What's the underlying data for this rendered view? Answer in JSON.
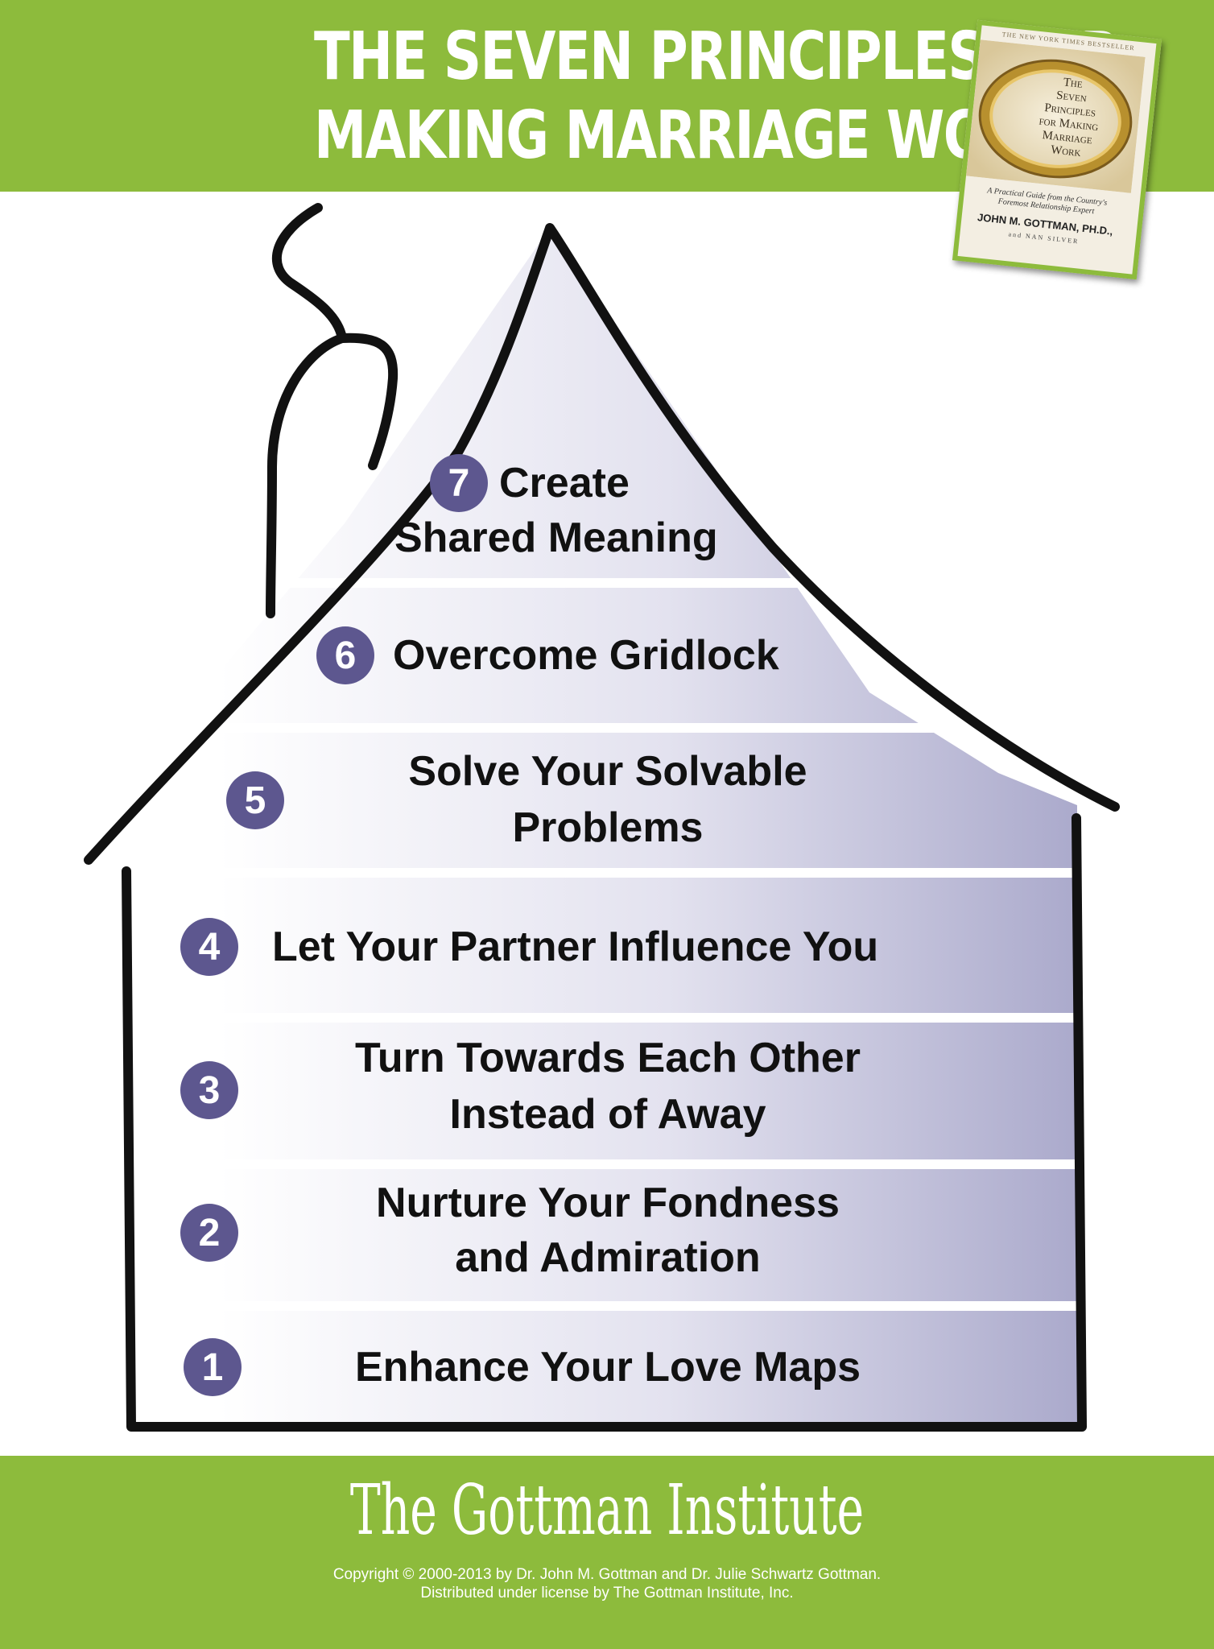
{
  "header": {
    "title_line1": "THE SEVEN PRINCIPLES FOR",
    "title_line2": "MAKING MARRIAGE WORK"
  },
  "book": {
    "bestseller": "THE NEW YORK TIMES BESTSELLER",
    "title": "The\nSeven\nPrinciples\nfor Making\nMarriage\nWork",
    "subtitle": "A Practical Guide from the Country's Foremost Relationship Expert",
    "author": "JOHN M. GOTTMAN, PH.D.,",
    "coauthor": "and NAN SILVER"
  },
  "principles": [
    {
      "number": "1",
      "line1": "Enhance Your Love Maps",
      "line2": ""
    },
    {
      "number": "2",
      "line1": "Nurture Your Fondness",
      "line2": "and Admiration"
    },
    {
      "number": "3",
      "line1": "Turn Towards Each Other",
      "line2": "Instead of Away"
    },
    {
      "number": "4",
      "line1": "Let Your Partner Influence You",
      "line2": ""
    },
    {
      "number": "5",
      "line1": "Solve Your Solvable",
      "line2": "Problems"
    },
    {
      "number": "6",
      "line1": "Overcome Gridlock",
      "line2": ""
    },
    {
      "number": "7",
      "line1": "Create",
      "line2": "Shared Meaning"
    }
  ],
  "footer": {
    "brand": "The Gottman Institute",
    "copyright_line1": "Copyright © 2000-2013 by Dr. John M. Gottman and Dr. Julie Schwartz Gottman.",
    "copyright_line2": "Distributed under license by The Gottman Institute, Inc."
  },
  "colors": {
    "green": "#8dbb3c",
    "badge": "#5d578f",
    "band_dark": "#9897c0"
  }
}
